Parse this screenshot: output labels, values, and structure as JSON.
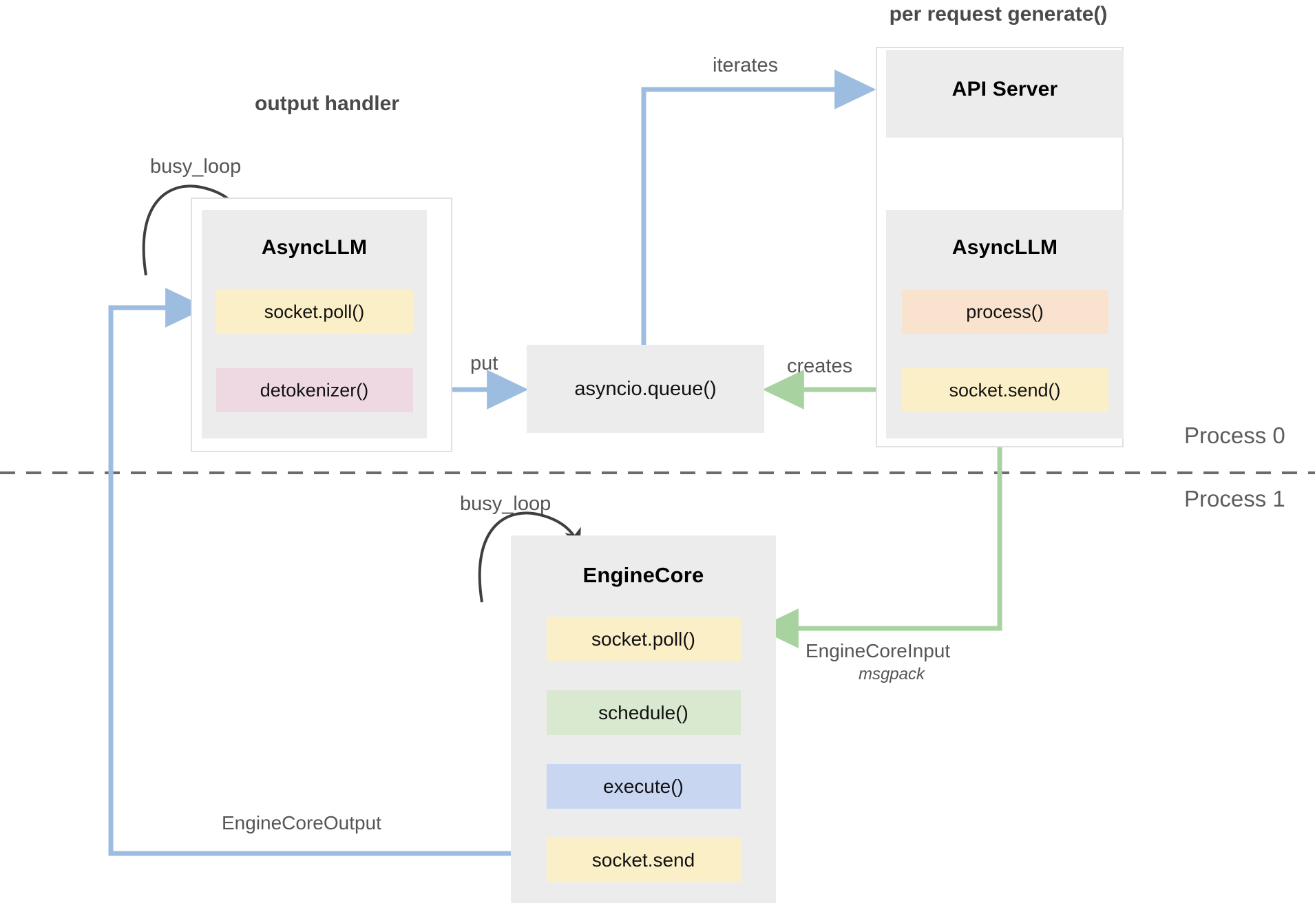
{
  "diagram": {
    "title_groups": {
      "output_handler": "output handler",
      "per_request": "per request generate()"
    },
    "process_labels": {
      "top": "Process 0",
      "bottom": "Process 1"
    },
    "blocks": {
      "async_llm_left": {
        "title": "AsyncLLM",
        "rows": [
          {
            "label": "socket.poll()",
            "color": "#fbefc8"
          },
          {
            "label": "detokenizer()",
            "color": "#eed8e2"
          }
        ]
      },
      "api_server": {
        "title": "API Server"
      },
      "async_llm_right": {
        "title": "AsyncLLM",
        "rows": [
          {
            "label": "process()",
            "color": "#f9e2ce"
          },
          {
            "label": "socket.send()",
            "color": "#fbefc8"
          }
        ]
      },
      "queue": {
        "label": "asyncio.queue()",
        "color": "#ececec"
      },
      "engine_core": {
        "title": "EngineCore",
        "rows": [
          {
            "label": "socket.poll()",
            "color": "#fbefc8"
          },
          {
            "label": "schedule()",
            "color": "#d9e9d0"
          },
          {
            "label": "execute()",
            "color": "#c8d6f2"
          },
          {
            "label": "socket.send",
            "color": "#fbefc8"
          }
        ]
      }
    },
    "edge_labels": {
      "busy_loop_left": "busy_loop",
      "busy_loop_engine": "busy_loop",
      "iterates": "iterates",
      "put": "put",
      "creates": "creates",
      "engine_core_input": "EngineCoreInput",
      "engine_core_input_sub": "msgpack",
      "engine_core_output": "EngineCoreOutput"
    },
    "colors": {
      "arrow_blue": "#9dbde0",
      "arrow_green": "#a8d3a0",
      "arrow_black": "#3f3f3f",
      "divider": "#6b6b6b",
      "frame": "#e0e0e0",
      "block_bg": "#ececec"
    }
  }
}
